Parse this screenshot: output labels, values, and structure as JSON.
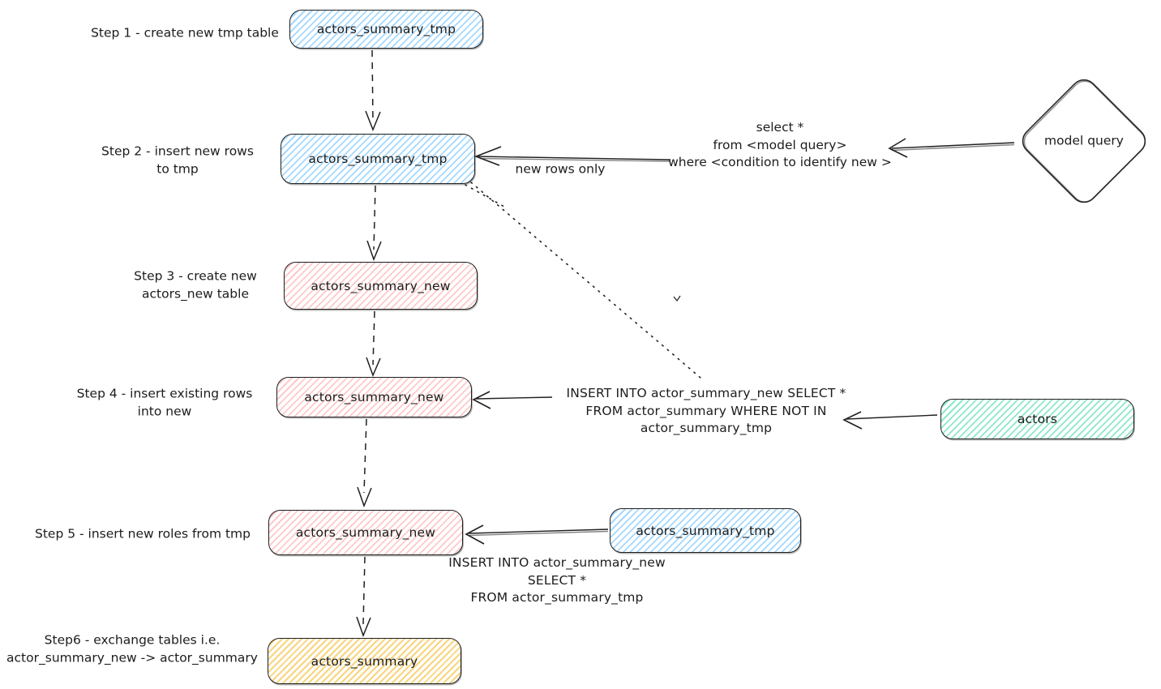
{
  "colors": {
    "ink": "#1f1f1f",
    "blue": "#a5d8ff",
    "pink": "#ffc9c9",
    "green": "#8ce8c9",
    "yellow": "#f8d57e"
  },
  "step_labels": [
    {
      "lines": [
        "Step 1 - create new tmp table"
      ]
    },
    {
      "lines": [
        "Step 2 - insert new rows",
        "to tmp"
      ]
    },
    {
      "lines": [
        "Step 3 - create new",
        "actors_new table"
      ]
    },
    {
      "lines": [
        "Step 4 - insert existing rows",
        "into new"
      ]
    },
    {
      "lines": [
        "Step 5 - insert new roles from tmp"
      ]
    },
    {
      "lines": [
        "Step6 - exchange tables i.e.",
        "actor_summary_new -> actor_summary"
      ]
    }
  ],
  "nodes": {
    "tmp_top": {
      "label": "actors_summary_tmp"
    },
    "tmp_step2": {
      "label": "actors_summary_tmp"
    },
    "new_step3": {
      "label": "actors_summary_new"
    },
    "new_step4": {
      "label": "actors_summary_new"
    },
    "new_step5": {
      "label": "actors_summary_new"
    },
    "summary_final": {
      "label": "actors_summary"
    },
    "tmp_side": {
      "label": "actors_summary_tmp"
    },
    "actors": {
      "label": "actors"
    },
    "model_query": {
      "label": "model query"
    }
  },
  "annotations": {
    "new_rows_only": "new rows only",
    "select_query": {
      "lines": [
        "select *",
        "from <model query>",
        "where <condition to identify new >"
      ]
    },
    "insert_existing": {
      "lines": [
        "INSERT INTO actor_summary_new SELECT *",
        "FROM actor_summary WHERE NOT IN",
        "actor_summary_tmp"
      ]
    },
    "insert_new": {
      "lines": [
        "INSERT INTO actor_summary_new",
        "SELECT *",
        "FROM actor_summary_tmp"
      ]
    }
  }
}
